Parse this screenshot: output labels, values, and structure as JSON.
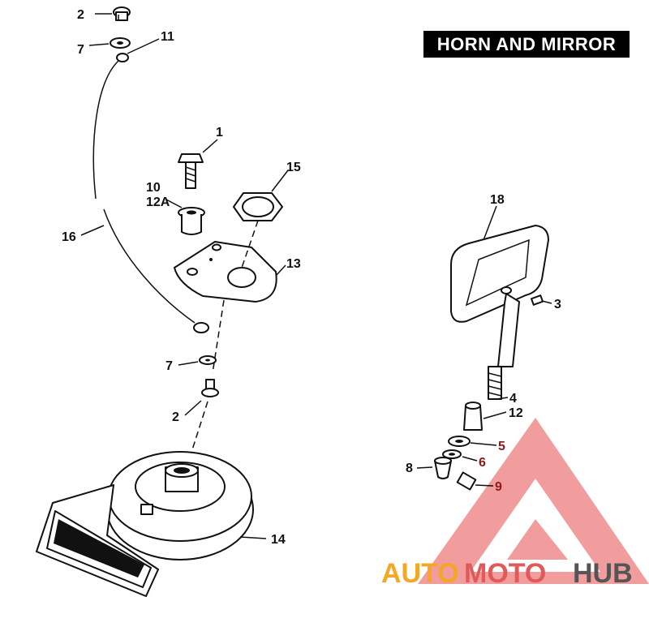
{
  "title": "HORN AND MIRROR",
  "callouts": {
    "c2_top": "2",
    "c7_top": "7",
    "c11": "11",
    "c1": "1",
    "c10": "10",
    "c12a": "12A",
    "c15": "15",
    "c16": "16",
    "c13": "13",
    "c7_mid": "7",
    "c2_mid": "2",
    "c14": "14",
    "c18": "18",
    "c3": "3",
    "c4": "4",
    "c12": "12",
    "c5": "5",
    "c6": "6",
    "c8": "8",
    "c9": "9"
  },
  "watermark": {
    "word1": "AUTO",
    "word2": "MOTO",
    "word3": "HUB",
    "color_orange": "#f5a623",
    "color_red": "#e05a5a",
    "color_gray": "#555555"
  }
}
